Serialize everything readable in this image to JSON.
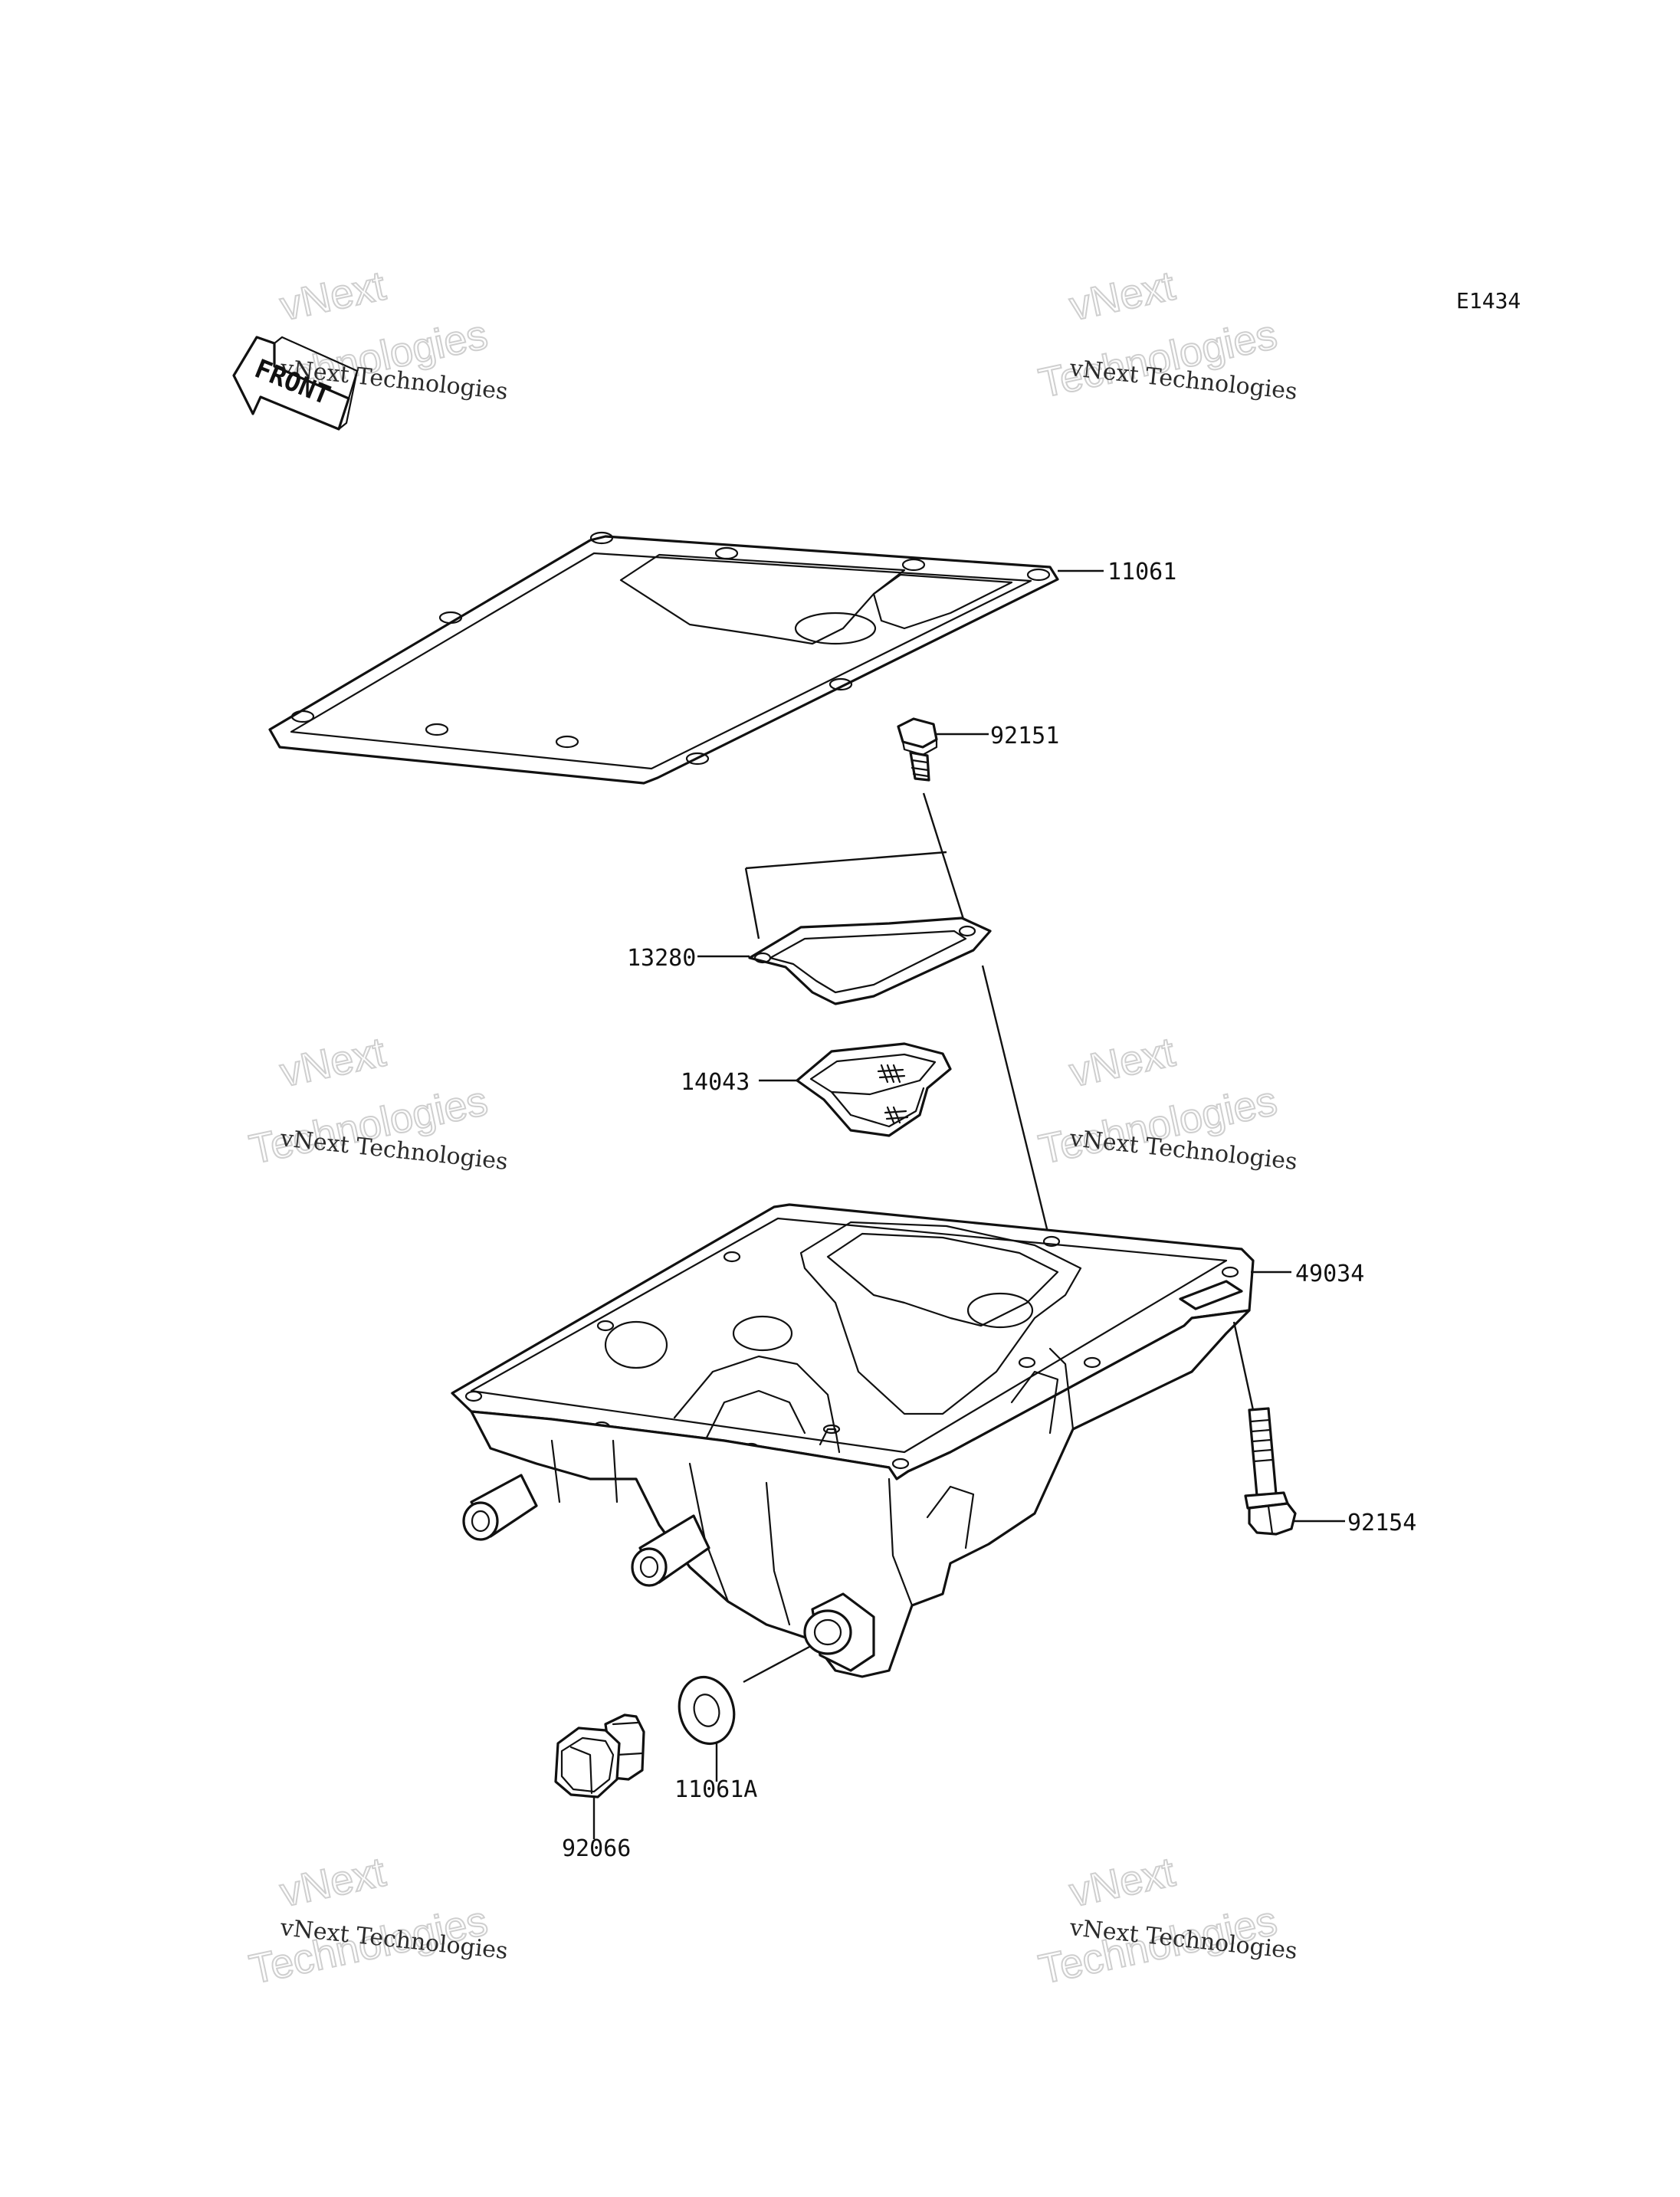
{
  "diagram_code": "E1434",
  "front_label": "FRONT",
  "parts": {
    "p11061": "11061",
    "p92151": "92151",
    "p13280": "13280",
    "p14043": "14043",
    "p49034": "49034",
    "p92154": "92154",
    "p11061A": "11061A",
    "p92066": "92066"
  },
  "watermark": {
    "line_small": "vNext Technologies",
    "big_top": "vNext",
    "big_bottom": "Technologies"
  },
  "colors": {
    "line": "#111111",
    "watermark_outline": "#cfcfcf"
  }
}
